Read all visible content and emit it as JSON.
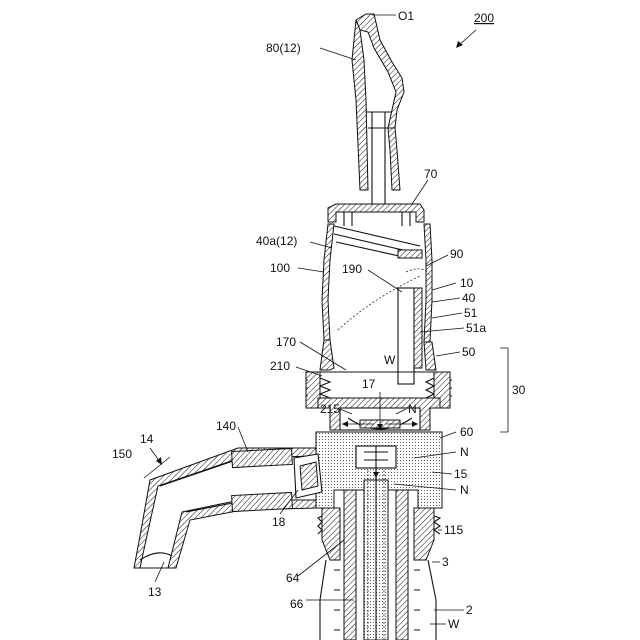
{
  "figure_number": "200",
  "labels": {
    "o1": "O1",
    "n80_12": "80(12)",
    "n70": "70",
    "n40a_12": "40a(12)",
    "n90": "90",
    "n100": "100",
    "n190": "190",
    "n10": "10",
    "n40": "40",
    "n51": "51",
    "n51a": "51a",
    "n170": "170",
    "n50": "50",
    "n210": "210",
    "w_top": "W",
    "n17": "17",
    "n30": "30",
    "n215": "215",
    "n_mid": "N",
    "n140": "140",
    "n60": "60",
    "n14": "14",
    "n150": "150",
    "n_right1": "N",
    "n15": "15",
    "n_right2": "N",
    "n18": "18",
    "n115": "115",
    "n3": "3",
    "n64": "64",
    "n13": "13",
    "n66": "66",
    "n2": "2",
    "w_bottom": "W"
  }
}
